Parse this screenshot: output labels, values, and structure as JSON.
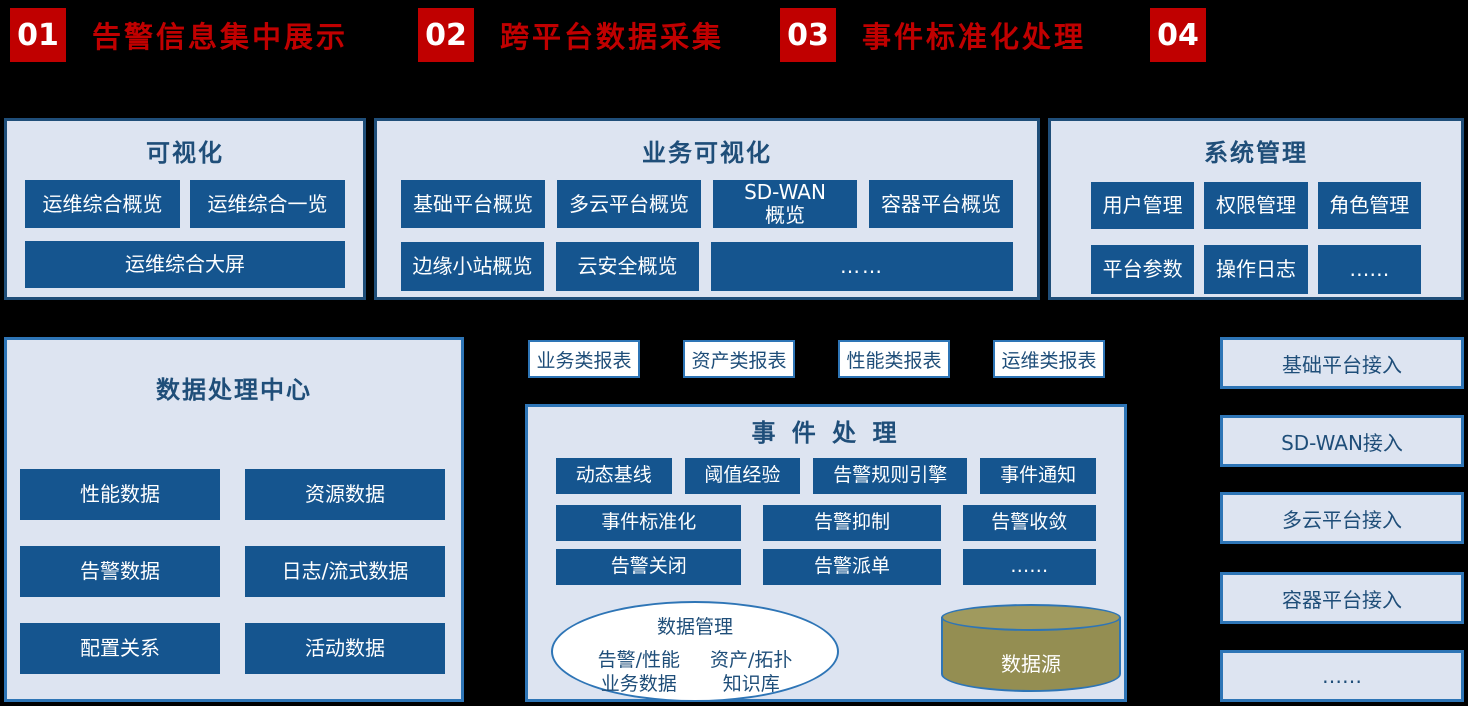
{
  "colors": {
    "background": "#000000",
    "accent_red": "#c00000",
    "panel_bg": "#dde4f1",
    "panel_border_dark": "#1f4e79",
    "panel_border_bright": "#2e75b6",
    "block_button_bg": "#15558f",
    "block_button_text": "#ffffff",
    "title_text": "#1f4e79",
    "cylinder_fill": "#948e52"
  },
  "steps": [
    {
      "num": "01",
      "label": "告警信息集中展示"
    },
    {
      "num": "02",
      "label": "跨平台数据采集"
    },
    {
      "num": "03",
      "label": "事件标准化处理"
    },
    {
      "num": "04",
      "label": ""
    }
  ],
  "visualization": {
    "title": "可视化",
    "row1": [
      "运维综合概览",
      "运维综合一览"
    ],
    "row2": [
      "运维综合大屏"
    ]
  },
  "business_visualization": {
    "title": "业务可视化",
    "row1": [
      "基础平台概览",
      "多云平台概览",
      "SD-WAN\n概览",
      "容器平台概览"
    ],
    "row2": [
      "边缘小站概览",
      "云安全概览",
      "……"
    ]
  },
  "system_management": {
    "title": "系统管理",
    "row1": [
      "用户管理",
      "权限管理",
      "角色管理"
    ],
    "row2": [
      "平台参数",
      "操作日志",
      "……"
    ]
  },
  "data_processing": {
    "title": "数据处理中心",
    "rows": [
      [
        "性能数据",
        "资源数据"
      ],
      [
        "告警数据",
        "日志/流式数据"
      ],
      [
        "配置关系",
        "活动数据"
      ]
    ]
  },
  "reports": [
    "业务类报表",
    "资产类报表",
    "性能类报表",
    "运维类报表"
  ],
  "event_processing": {
    "title": "事 件 处 理",
    "row1": [
      "动态基线",
      "阈值经验",
      "告警规则引擎",
      "事件通知"
    ],
    "row2": [
      "事件标准化",
      "告警抑制",
      "告警收敛"
    ],
    "row3": [
      "告警关闭",
      "告警派单",
      "……"
    ],
    "data_management": {
      "title": "数据管理",
      "left": "告警/性能\n业务数据",
      "right": "资产/拓扑\n知识库"
    },
    "datasource": "数据源"
  },
  "access": [
    "基础平台接入",
    "SD-WAN接入",
    "多云平台接入",
    "容器平台接入",
    "……"
  ]
}
